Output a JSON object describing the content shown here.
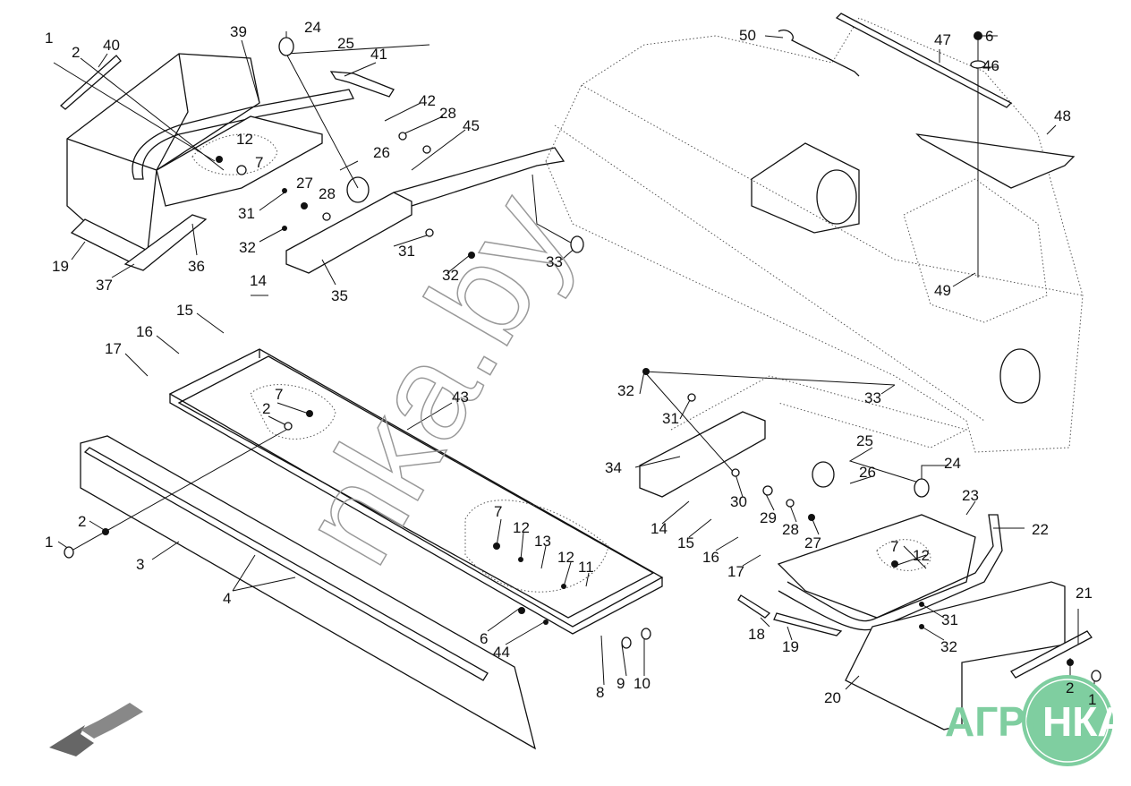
{
  "diagram": {
    "type": "exploded-parts-view",
    "labels": [
      "1",
      "2",
      "40",
      "39",
      "24",
      "25",
      "41",
      "42",
      "28",
      "45",
      "26",
      "12",
      "7",
      "27",
      "28",
      "31",
      "32",
      "31",
      "32",
      "19",
      "36",
      "37",
      "35",
      "33",
      "50",
      "47",
      "6",
      "46",
      "48",
      "49",
      "14",
      "15",
      "16",
      "17",
      "43",
      "7",
      "2",
      "32",
      "31",
      "33",
      "25",
      "24",
      "26",
      "34",
      "30",
      "29",
      "28",
      "27",
      "23",
      "22",
      "14",
      "15",
      "16",
      "17",
      "7",
      "12",
      "31",
      "32",
      "18",
      "19",
      "20",
      "21",
      "2",
      "1",
      "7",
      "12",
      "13",
      "12",
      "11",
      "6",
      "44",
      "9",
      "10",
      "8",
      "1",
      "2",
      "3",
      "4"
    ]
  },
  "watermark": "nka.by",
  "logo": {
    "text_left": "АГРО",
    "text_right": "НКА",
    "color": "#7fcea0"
  }
}
